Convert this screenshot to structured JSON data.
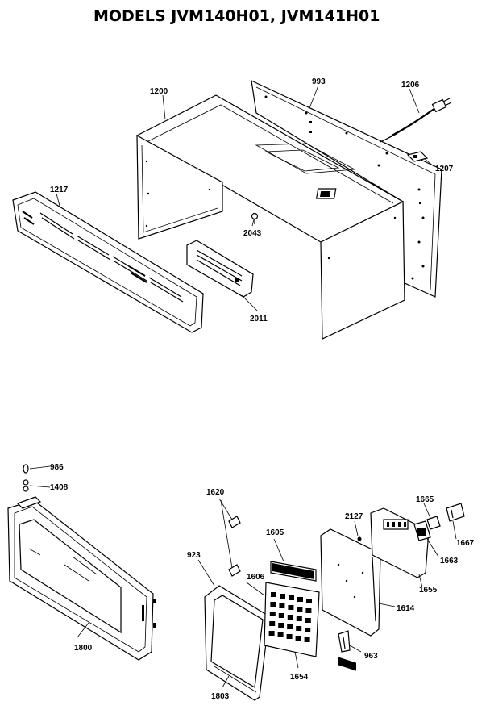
{
  "title": "MODELS JVM140H01, JVM141H01",
  "labels": {
    "p1200": "1200",
    "p993": "993",
    "p1206": "1206",
    "p1207": "1207",
    "p1217": "1217",
    "p2043": "2043",
    "p2011": "2011",
    "p986": "986",
    "p1408": "1408",
    "p1800": "1800",
    "p1620": "1620",
    "p923": "923",
    "p1606": "1606",
    "p1605": "1605",
    "p1803": "1803",
    "p1654": "1654",
    "p2127": "2127",
    "p1665": "1665",
    "p1667": "1667",
    "p1663": "1663",
    "p1655": "1655",
    "p1614": "1614",
    "p963": "963"
  }
}
